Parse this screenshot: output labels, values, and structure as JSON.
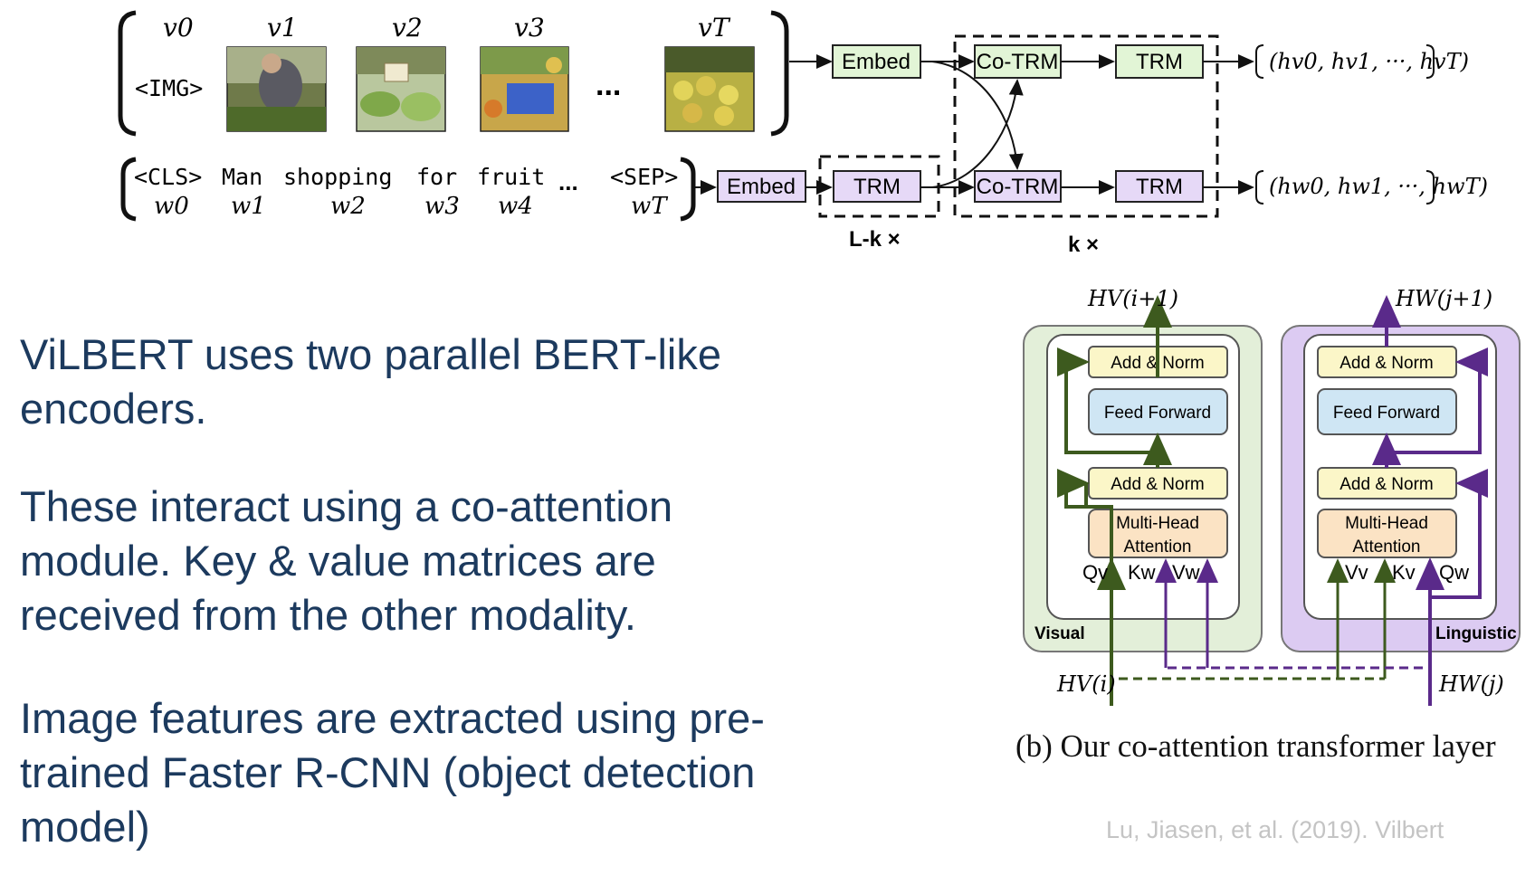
{
  "top_diagram": {
    "visual_row": {
      "token_labels": [
        "v0",
        "v1",
        "v2",
        "v3",
        "vT"
      ],
      "img_token": "<IMG>",
      "ellipsis": "...",
      "embed_label": "Embed",
      "co_trm_label": "Co-TRM",
      "trm_label": "TRM",
      "output": "(hv0, hv1, ···, hvT)"
    },
    "linguistic_row": {
      "tokens": [
        "<CLS>",
        "Man",
        "shopping",
        "for",
        "fruit",
        "...",
        "<SEP>"
      ],
      "subscripts": [
        "w0",
        "w1",
        "w2",
        "w3",
        "w4",
        "",
        "wT"
      ],
      "embed_label": "Embed",
      "trm_label": "TRM",
      "co_trm_label": "Co-TRM",
      "trm2_label": "TRM",
      "output": "(hw0, hw1, ···, hwT)"
    },
    "repeat_lk": "L-k ×",
    "repeat_k": "k ×"
  },
  "coattention": {
    "visual": {
      "title": "Visual",
      "add_norm_top": "Add & Norm",
      "feed_forward": "Feed Forward",
      "add_norm_bottom": "Add & Norm",
      "mha_line1": "Multi-Head",
      "mha_line2": "Attention",
      "inputs": [
        "Qv",
        "Kw",
        "Vw"
      ],
      "h_out": "HV(i+1)",
      "h_in": "HV(i)"
    },
    "linguistic": {
      "title": "Linguistic",
      "add_norm_top": "Add & Norm",
      "feed_forward": "Feed Forward",
      "add_norm_bottom": "Add & Norm",
      "mha_line1": "Multi-Head",
      "mha_line2": "Attention",
      "inputs": [
        "Vv",
        "Kv",
        "Qw"
      ],
      "h_out": "HW(j+1)",
      "h_in": "HW(j)"
    },
    "caption": "(b) Our co-attention transformer layer"
  },
  "body_text": {
    "p1": "ViLBERT uses two parallel BERT-like encoders.",
    "p2": "These interact using a co-attention module. Key & value matrices are received from the other modality.",
    "p3": "Image features are extracted using pre-trained Faster R-CNN (object detection model)"
  },
  "citation": "Lu, Jiasen, et al. (2019). Vilbert",
  "colors": {
    "text_blue": "#1c3a5e",
    "embed_green": "#e2f5d6",
    "trm_purple": "#e6d9f7",
    "visual_panel": "#e3efd9",
    "linguistic_panel": "#dccbf2",
    "add_norm_yellow": "#fbf6c8",
    "feed_forward_blue": "#cfe6f4",
    "mha_orange": "#fbe3c4",
    "green_arrow": "#3d5a1e",
    "purple_arrow": "#5a2a8a"
  }
}
